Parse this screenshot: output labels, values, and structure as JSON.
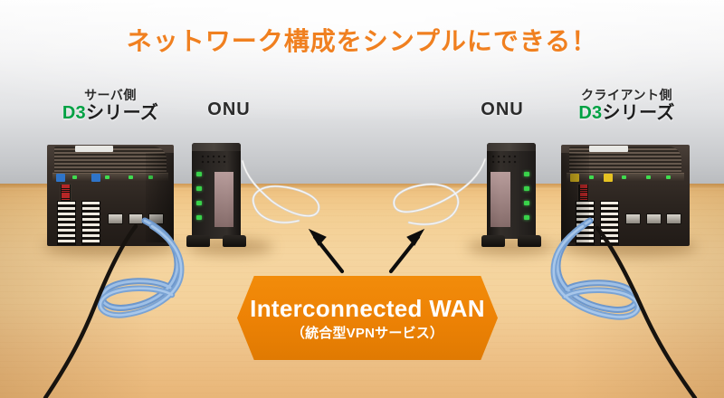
{
  "headline": "ネットワーク構成をシンプルにできる！",
  "labels": {
    "server": {
      "sub": "サーバ側",
      "main_green": "D3",
      "main_rest": "シリーズ"
    },
    "client": {
      "sub": "クライアント側",
      "main_green": "D3",
      "main_rest": "シリーズ"
    },
    "onu_left": "ONU",
    "onu_right": "ONU"
  },
  "banner": {
    "title": "Interconnected WAN",
    "subtitle": "（統合型VPNサービス）"
  },
  "colors": {
    "headline_orange": "#F08020",
    "brand_green": "#00A143",
    "banner_orange": "#ED8205",
    "label_dark": "#1E1E1E",
    "desk_wood": "#F3CF94",
    "device_black": "#2B241F",
    "lan_cable_blue": "#7FA8D8",
    "fiber_cable_white": "#E9E9E9"
  },
  "annotations": {
    "arrow_left": "arrow pointing up-left to fiber cable",
    "arrow_right": "arrow pointing up-right to fiber cable"
  },
  "devices": [
    {
      "name": "server-d3-plc",
      "type": "industrial-controller"
    },
    {
      "name": "onu-left",
      "type": "optical-network-unit"
    },
    {
      "name": "onu-right",
      "type": "optical-network-unit"
    },
    {
      "name": "client-d3-plc",
      "type": "industrial-controller"
    }
  ]
}
